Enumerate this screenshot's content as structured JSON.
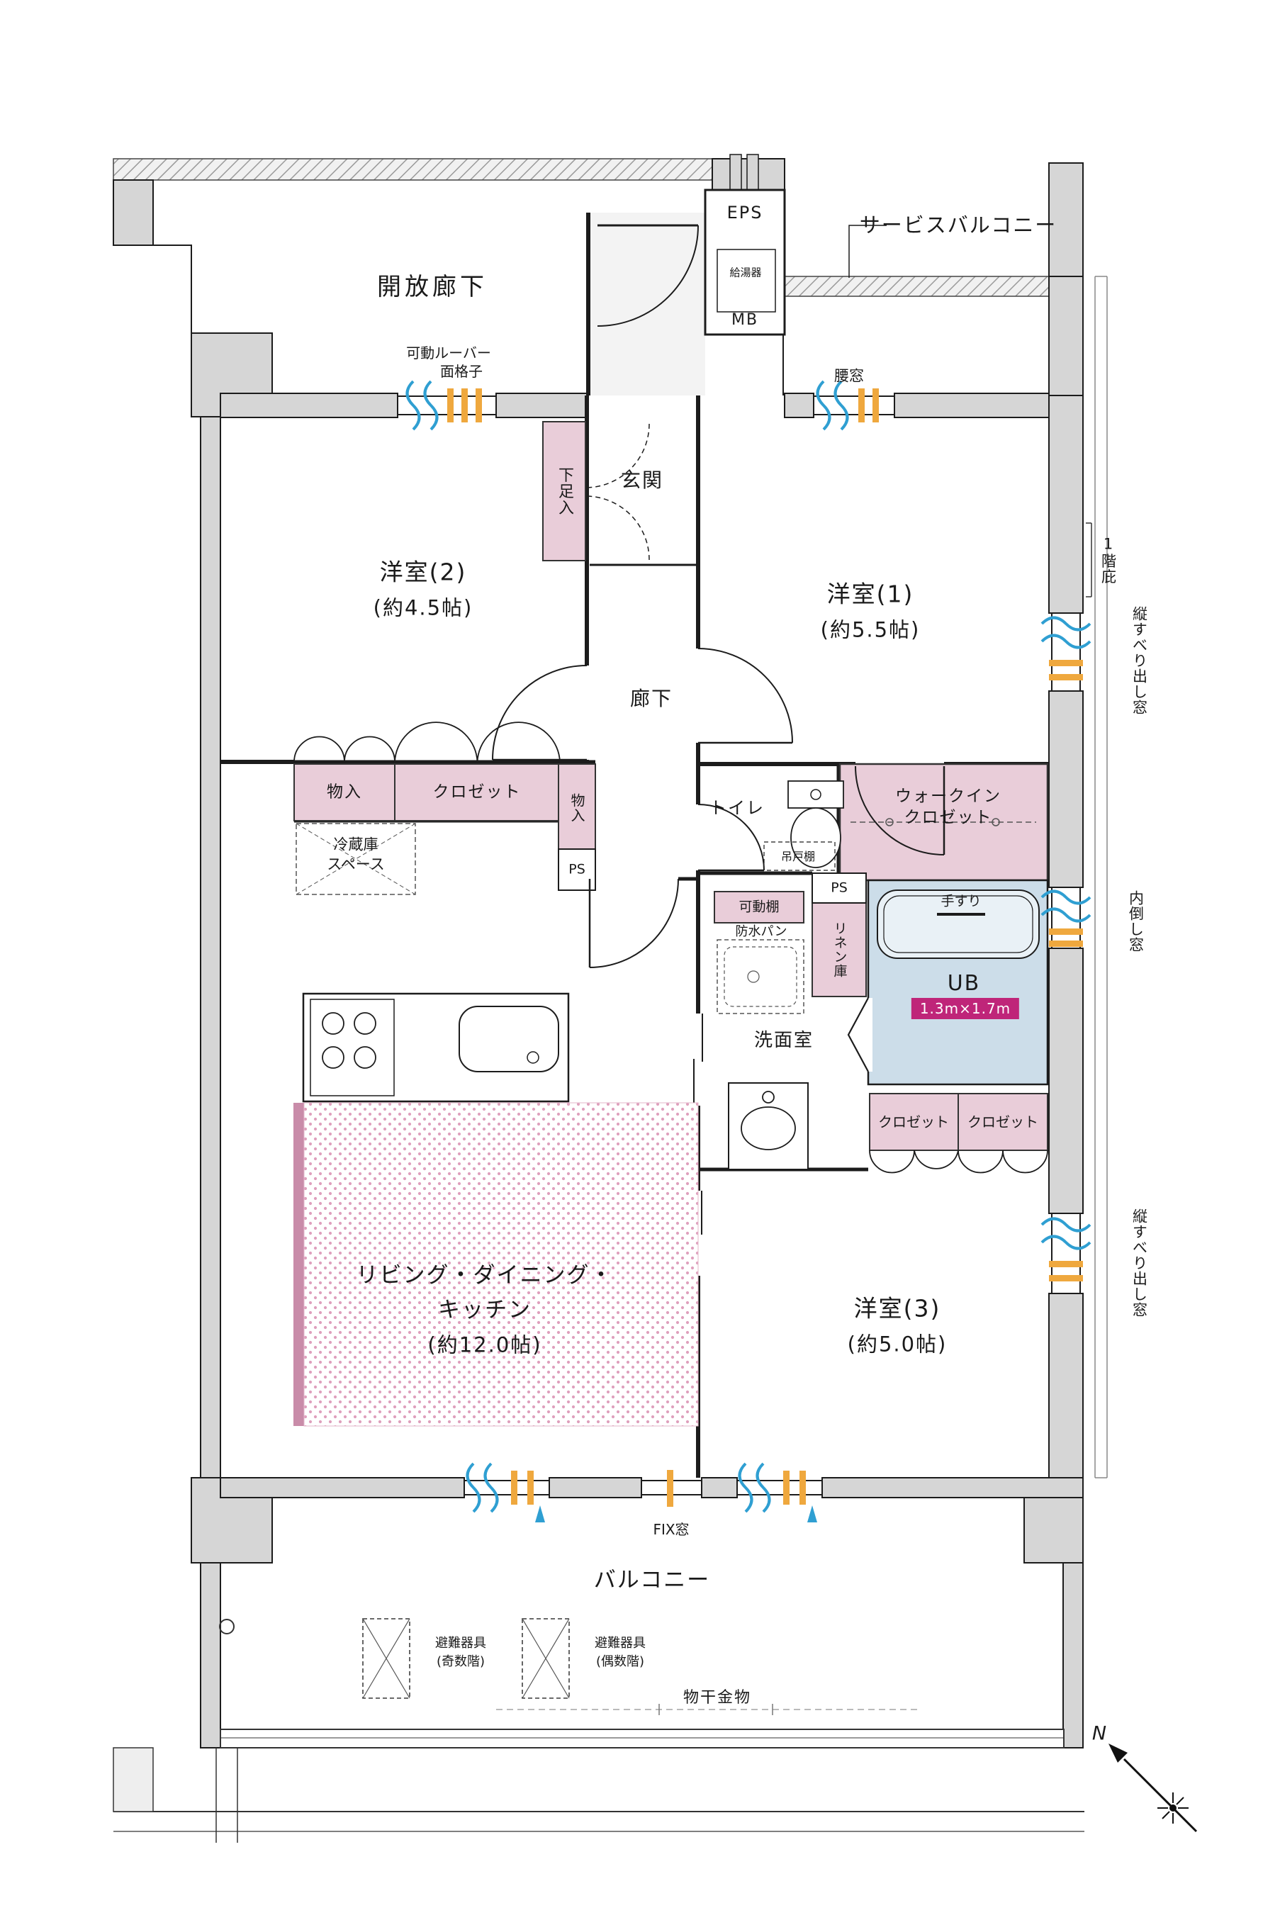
{
  "plan": {
    "corridor": {
      "open_corridor": "開放廊下"
    },
    "shaft": {
      "eps": "EPS",
      "water_heater": "給湯器",
      "mb": "MB"
    },
    "service_balcony": {
      "label": "サービスバルコニー"
    },
    "windows": {
      "louver_line1": "可動ルーバー",
      "louver_line2": "面格子",
      "koshi": "腰窓",
      "tate_upper": "縦すべり出し窓",
      "uchitaoshi": "内倒し窓",
      "tate_lower": "縦すべり出し窓",
      "fix": "FIX窓",
      "hisashi": "1階庇"
    },
    "entrance": {
      "genkan": "玄関",
      "shoe_cabinet": "下足入"
    },
    "rooms": {
      "yoshitsu1": {
        "name": "洋室(1)",
        "size": "(約5.5帖)"
      },
      "yoshitsu2": {
        "name": "洋室(2)",
        "size": "(約4.5帖)"
      },
      "yoshitsu3": {
        "name": "洋室(3)",
        "size": "(約5.0帖)"
      },
      "ldk": {
        "line1": "リビング・ダイニング・",
        "line2": "キッチン",
        "line3": "(約12.0帖)"
      },
      "hall": "廊下",
      "toilet": "トイレ",
      "washroom": "洗面室",
      "ub": {
        "name": "UB",
        "size": "1.3m×1.7m"
      }
    },
    "storage": {
      "monoire1": "物入",
      "closet_y2": "クロゼット",
      "monoire2": "物入",
      "wic_line1": "ウォークイン",
      "wic_line2": "クロゼット",
      "closet_y3a": "クロゼット",
      "closet_y3b": "クロゼット",
      "linen": "リネン庫",
      "kadodana": "可動棚",
      "tsuridona": "吊戸棚"
    },
    "equipment": {
      "ps1": "PS",
      "ps2": "PS",
      "fridge_line1": "冷蔵庫",
      "fridge_line2": "スペース",
      "bousui_pan": "防水パン",
      "tesuri": "手すり"
    },
    "balcony": {
      "label": "バルコニー",
      "monohoshi": "物干金物",
      "hinan_odd_line1": "避難器具",
      "hinan_odd_line2": "(奇数階)",
      "hinan_even_line1": "避難器具",
      "hinan_even_line2": "(偶数階)"
    },
    "compass": {
      "n": "N"
    },
    "colors": {
      "storage_pink": "#e9cdd9",
      "accent_pink_strip": "#c98ca9",
      "bath_blue": "#ccdde9",
      "size_badge_magenta": "#bf2579",
      "window_orange": "#efa83e",
      "window_blue": "#2f9fd2",
      "ldk_dot_pink": "#dfa0bd"
    }
  }
}
